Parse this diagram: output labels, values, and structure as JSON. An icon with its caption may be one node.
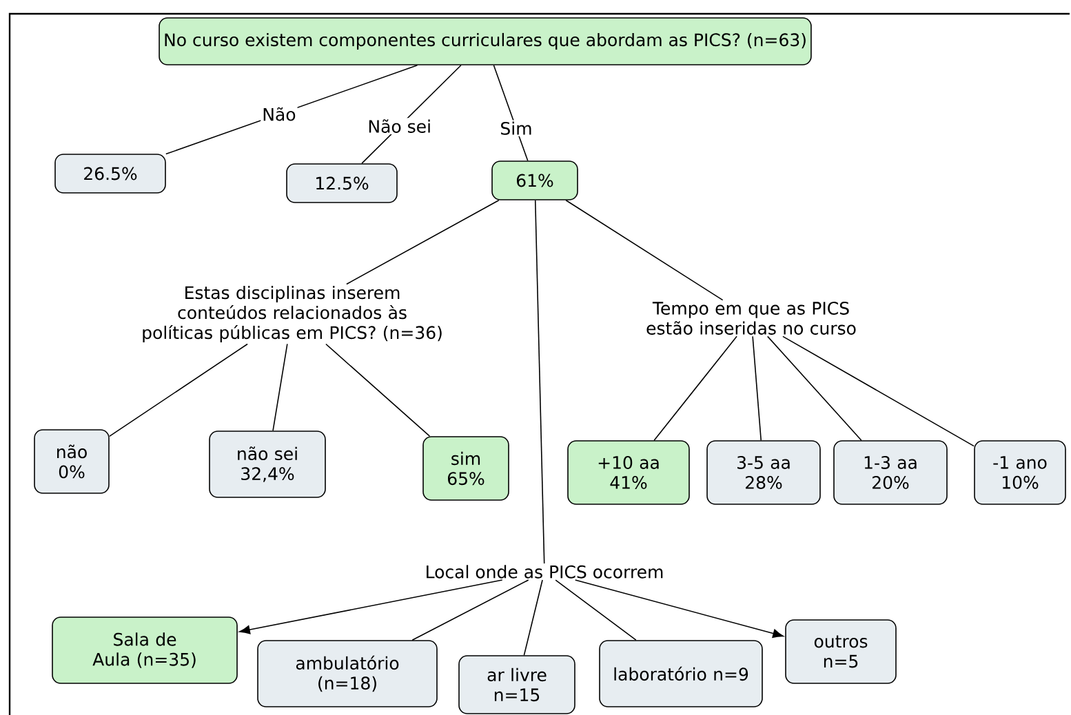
{
  "diagram": {
    "nodes": [
      {
        "text": [
          "No curso existem componentes curriculares que abordam as PICS? (n=63)"
        ]
      },
      {
        "text": [
          "26.5%"
        ]
      },
      {
        "text": [
          "12.5%"
        ]
      },
      {
        "text": [
          "61%"
        ]
      },
      {
        "text": [
          "Estas disciplinas inserem conteúdos relacionados às políticas públicas em PICS? (n=36)"
        ]
      },
      {
        "text": [
          "Tempo em que as PICS estão inseridas no curso"
        ]
      },
      {
        "text": [
          "Local onde as PICS ocorrem"
        ]
      },
      {
        "text": [
          "não 0%"
        ]
      },
      {
        "text": [
          "não sei 32,4%"
        ]
      },
      {
        "text": [
          "sim 65%"
        ]
      },
      {
        "text": [
          "+10 aa 41%"
        ]
      },
      {
        "text": [
          "3-5 aa 28%"
        ]
      },
      {
        "text": [
          "1-3 aa 20%"
        ]
      },
      {
        "text": [
          "-1 ano 10%"
        ]
      },
      {
        "text": [
          "Sala de Aula (n=35)"
        ]
      },
      {
        "text": [
          "ambulatório (n=18)"
        ]
      },
      {
        "text": [
          "ar livre n=15"
        ]
      },
      {
        "text": [
          "laboratório n=9"
        ]
      },
      {
        "text": [
          "outros n=5"
        ]
      }
    ],
    "edges": [
      {
        "from": 0,
        "to": 1,
        "arrow": "none",
        "label": "Não"
      },
      {
        "from": 0,
        "to": 2,
        "arrow": "none",
        "label": "Não sei"
      },
      {
        "from": 0,
        "to": 3,
        "arrow": "none",
        "label": "Sim"
      },
      {
        "from": 3,
        "to": 4,
        "arrow": "none"
      },
      {
        "from": 3,
        "to": 6,
        "arrow": "none"
      },
      {
        "from": 3,
        "to": 5,
        "arrow": "none"
      },
      {
        "from": 4,
        "to": 7,
        "arrow": "none"
      },
      {
        "from": 4,
        "to": 8,
        "arrow": "none"
      },
      {
        "from": 4,
        "to": 9,
        "arrow": "none"
      },
      {
        "from": 5,
        "to": 10,
        "arrow": "none"
      },
      {
        "from": 5,
        "to": 11,
        "arrow": "none"
      },
      {
        "from": 5,
        "to": 12,
        "arrow": "none"
      },
      {
        "from": 5,
        "to": 13,
        "arrow": "none"
      },
      {
        "from": 6,
        "to": 14,
        "arrow": "to"
      },
      {
        "from": 6,
        "to": 15,
        "arrow": "none"
      },
      {
        "from": 6,
        "to": 16,
        "arrow": "none"
      },
      {
        "from": 6,
        "to": 17,
        "arrow": "none"
      },
      {
        "from": 6,
        "to": 18,
        "arrow": "to"
      }
    ]
  }
}
